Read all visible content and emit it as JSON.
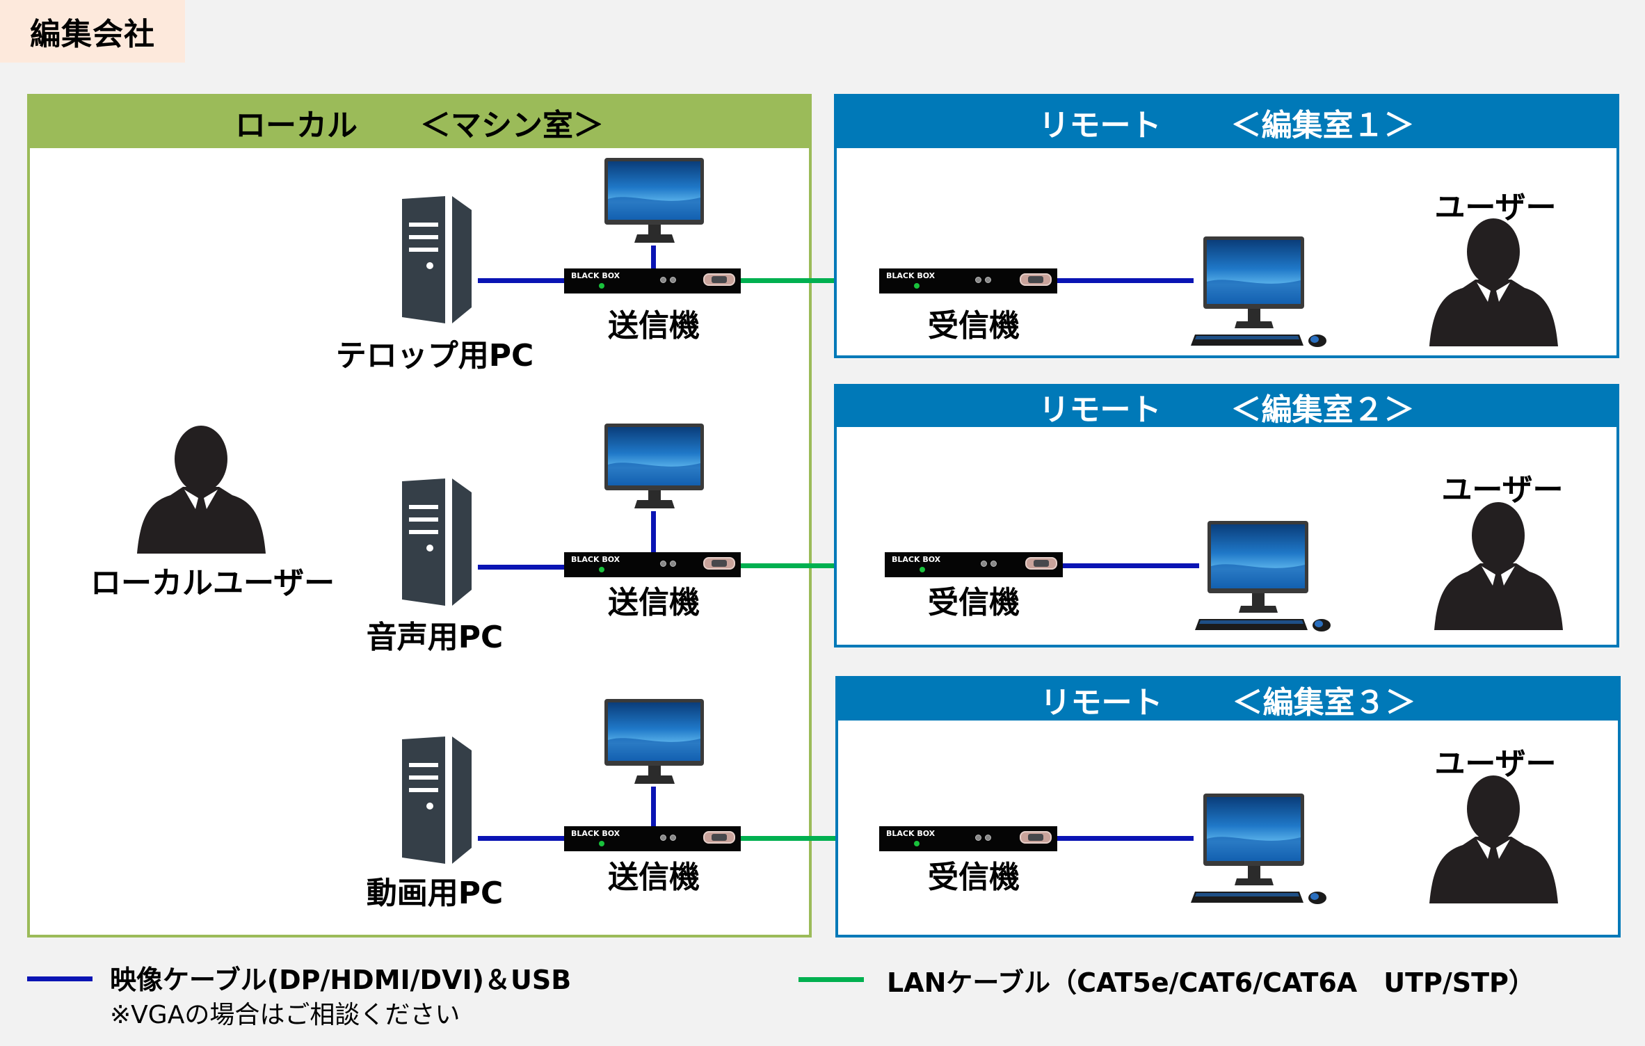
{
  "title": "編集会社",
  "colors": {
    "local_accent": "#9bbb59",
    "remote_accent": "#0079b8",
    "video_usb_cable": "#0a14b4",
    "lan_cable": "#00b050",
    "title_background": "#fde9dc"
  },
  "local": {
    "header_left": "ローカル",
    "header_right": "＜マシン室＞",
    "user_label": "ローカルユーザー",
    "user_icon": "person-icon",
    "rows": [
      {
        "pc_label": "テロップ用PC",
        "pc_icon": "tower-pc-icon",
        "monitor_icon": "monitor-icon",
        "transmitter_label": "送信機",
        "device_brand": "BLACK BOX"
      },
      {
        "pc_label": "音声用PC",
        "pc_icon": "tower-pc-icon",
        "monitor_icon": "monitor-icon",
        "transmitter_label": "送信機",
        "device_brand": "BLACK BOX"
      },
      {
        "pc_label": "動画用PC",
        "pc_icon": "tower-pc-icon",
        "monitor_icon": "monitor-icon",
        "transmitter_label": "送信機",
        "device_brand": "BLACK BOX"
      }
    ]
  },
  "remote": [
    {
      "header_left": "リモート",
      "header_right": "＜編集室１＞",
      "receiver_label": "受信機",
      "device_brand": "BLACK BOX",
      "user_label": "ユーザー",
      "pc_icon": "desktop-computer-icon",
      "user_icon": "person-icon"
    },
    {
      "header_left": "リモート",
      "header_right": "＜編集室２＞",
      "receiver_label": "受信機",
      "device_brand": "BLACK BOX",
      "user_label": "ユーザー",
      "pc_icon": "desktop-computer-icon",
      "user_icon": "person-icon"
    },
    {
      "header_left": "リモート",
      "header_right": "＜編集室３＞",
      "receiver_label": "受信機",
      "device_brand": "BLACK BOX",
      "user_label": "ユーザー",
      "pc_icon": "desktop-computer-icon",
      "user_icon": "person-icon"
    }
  ],
  "legend": {
    "video": {
      "label": "映像ケーブル(DP/HDMI/DVI)＆USB",
      "note": "※VGAの場合はご相談ください"
    },
    "lan": {
      "label": "LANケーブル（CAT5e/CAT6/CAT6A　UTP/STP）"
    }
  }
}
